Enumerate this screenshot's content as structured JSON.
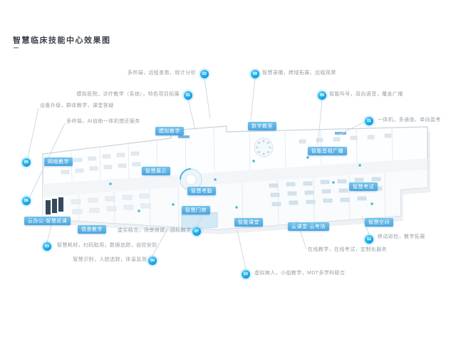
{
  "page": {
    "title": "智慧临床技能中心效果图"
  },
  "room_tags": [
    {
      "label": "模拟教学"
    },
    {
      "label": "数字教室"
    },
    {
      "label": "智能音视广播"
    },
    {
      "label": "网络教学"
    },
    {
      "label": "智慧展示"
    },
    {
      "label": "智慧考勤"
    },
    {
      "label": "智慧考试"
    },
    {
      "label": "智慧门禁"
    },
    {
      "label": "云办公·智慧巡课"
    },
    {
      "label": "情景教学"
    },
    {
      "label": "智能课堂"
    },
    {
      "label": "云课堂·云考场"
    },
    {
      "label": "智慧空间"
    }
  ],
  "callouts": [
    {
      "num": "02",
      "text": "多终端，远程查看，统计分析"
    },
    {
      "num": "01",
      "text": "模拟医院，诊疗教学（系统），特色项目拓展"
    },
    {
      "num": "08",
      "text": "智慧录播，跨域拓展，远程观摩"
    },
    {
      "num": "09",
      "text": "智能叫号，双向语音，覆盖广播"
    },
    {
      "num": "11",
      "text": "一体机，多通道，单向监考"
    },
    {
      "num": "05",
      "text": "设备升级，群体教学，课堂答疑"
    },
    {
      "num": "06",
      "text": "多终端，AI自助一体机借还服务"
    },
    {
      "num": "03",
      "text": "智慧耗材，扫码取用，数据追踪，自控安防"
    },
    {
      "num": "07",
      "text": "虚实结合，场景搭建，团队教学"
    },
    {
      "num": "04",
      "text": "智慧识别，人脸追踪，体温监测"
    },
    {
      "num": "10",
      "text": "虚拟病人，小组教学，MDT多学科联合"
    },
    {
      "num": "12",
      "text": "移动巡检，教学拓展",
      "text2": "在线教学，在线考试，定制化服务"
    }
  ],
  "palette": {
    "tag_blue": "#4aa4e0",
    "badge_blue": "#18a6e8",
    "leader_line": "#cbd6de",
    "callout_text": "#98a0a8"
  }
}
